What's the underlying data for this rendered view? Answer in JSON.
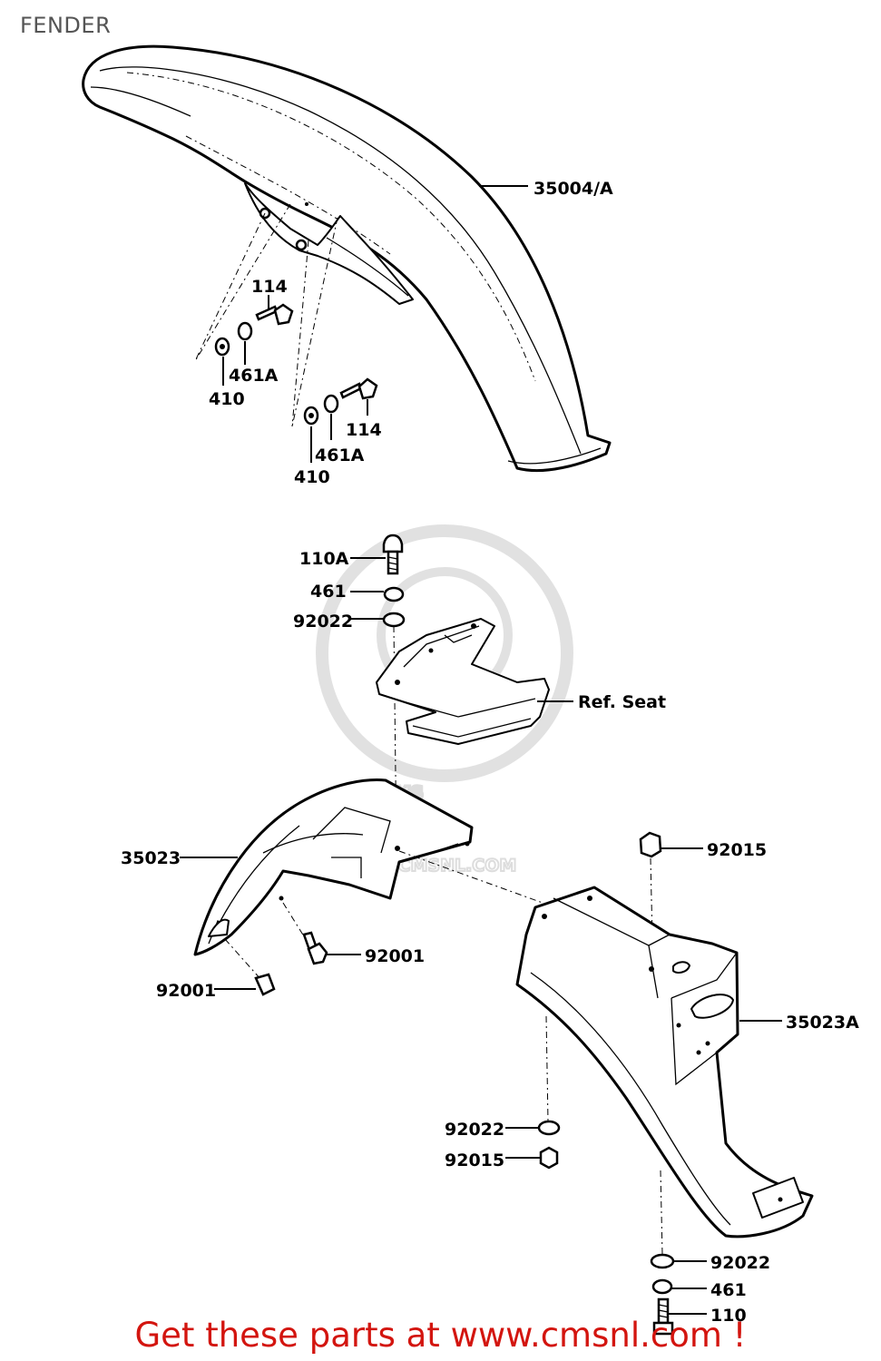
{
  "title": "FENDER",
  "watermark": {
    "brand": "CMS",
    "site": "WWW.CMSNL.COM"
  },
  "callouts": {
    "front_fender": "35004/A",
    "bolt_left": "114",
    "washer_left": "461A",
    "plate_left": "410",
    "bolt_right": "114",
    "washer_right": "461A",
    "plate_right": "410",
    "bolt_top": "110A",
    "washer_top": "461",
    "collar_top": "92022",
    "ref_seat": "Ref. Seat",
    "rear_fender_front": "35023",
    "nut_right": "92015",
    "bolt_side": "92001",
    "clip_side": "92001",
    "rear_fender_rear": "35023A",
    "collar_mid": "92022",
    "nut_mid": "92015",
    "collar_bottom": "92022",
    "washer_bottom": "461",
    "bolt_bottom": "110"
  },
  "footer": "Get these parts at www.cmsnl.com !",
  "colors": {
    "footer": "#d3150f",
    "title": "#555555",
    "lines": "#000000",
    "watermark": "#d8d8d8"
  }
}
